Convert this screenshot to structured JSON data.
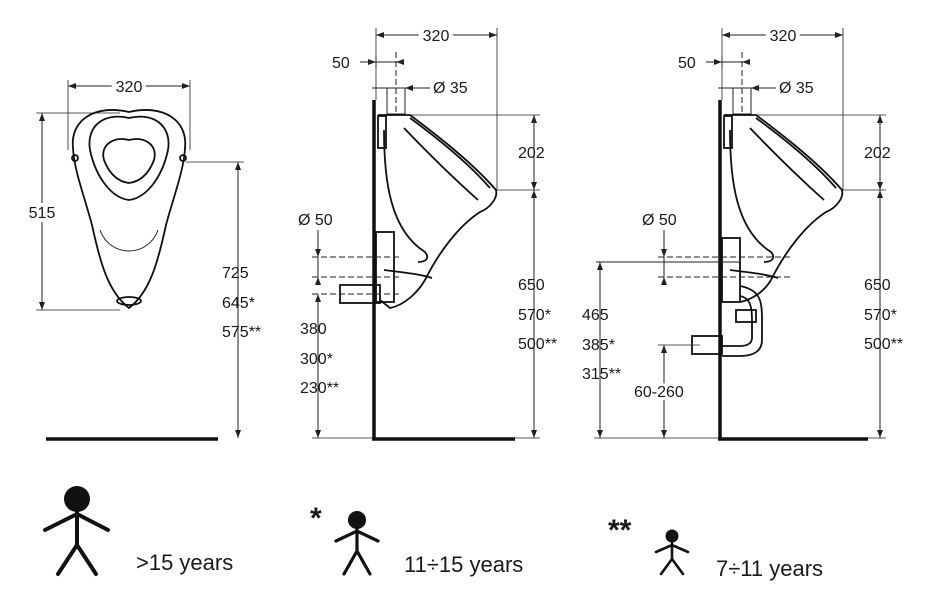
{
  "colors": {
    "line": "#111111",
    "background": "#ffffff"
  },
  "front_view": {
    "width": "320",
    "height": "515",
    "inlet_heights": [
      "725",
      "645*",
      "575**"
    ]
  },
  "side_view_1": {
    "width": "320",
    "inlet_offset": "50",
    "inlet_diameter": "Ø 35",
    "top_to_lip": "202",
    "outlet_diameter": "Ø 50",
    "lip_heights": [
      "650",
      "570*",
      "500**"
    ],
    "outlet_heights": [
      "380",
      "300*",
      "230**"
    ]
  },
  "side_view_2": {
    "width": "320",
    "inlet_offset": "50",
    "inlet_diameter": "Ø 35",
    "top_to_lip": "202",
    "outlet_diameter": "Ø 50",
    "lip_heights": [
      "650",
      "570*",
      "500**"
    ],
    "outlet_heights": [
      "465",
      "385*",
      "315**"
    ],
    "trap_range": "60-260"
  },
  "legend": [
    {
      "marker": "",
      "label": ">15 years",
      "icon": "adult-figure-icon"
    },
    {
      "marker": "*",
      "label": "11÷15 years",
      "icon": "teen-figure-icon"
    },
    {
      "marker": "**",
      "label": "7÷11 years",
      "icon": "child-figure-icon"
    }
  ]
}
